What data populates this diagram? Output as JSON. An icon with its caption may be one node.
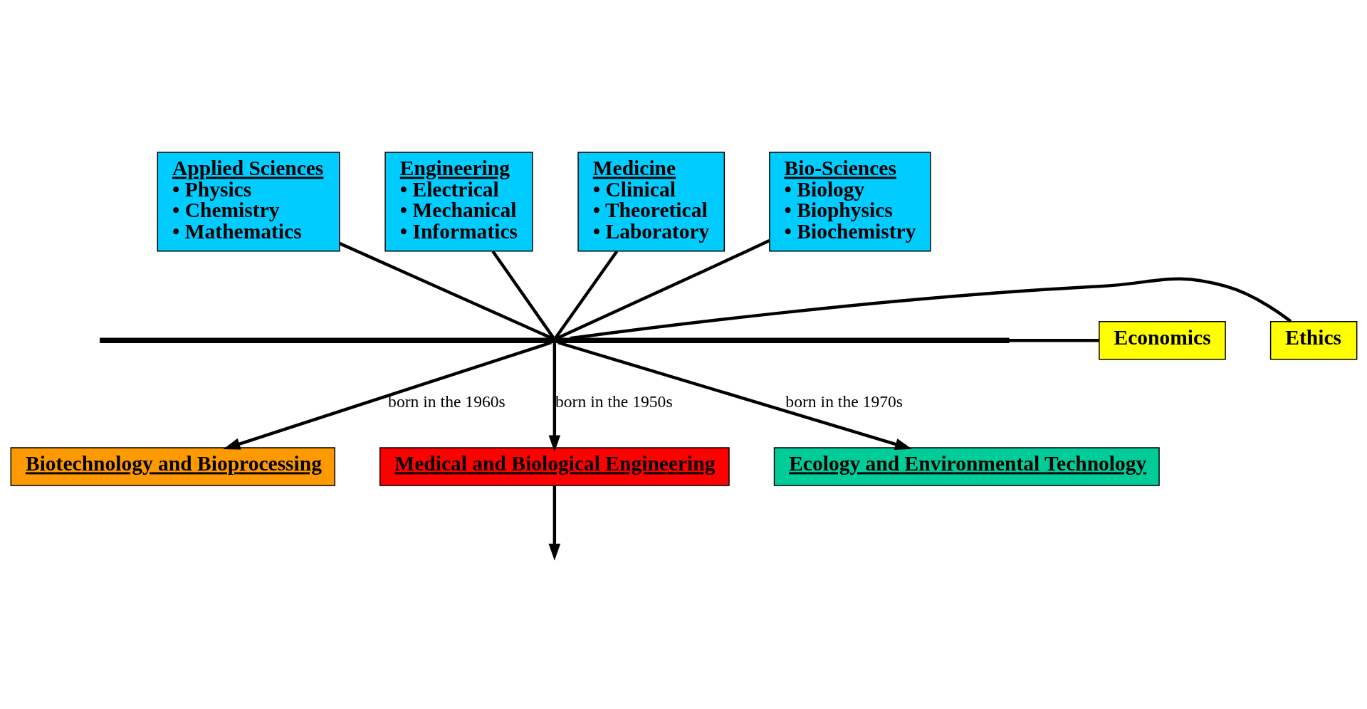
{
  "diagram": {
    "nodes": [
      {
        "text": [
          "Applied Sciences",
          "• Physics",
          "• Chemistry",
          "• Mathematics"
        ]
      },
      {
        "text": [
          "Engineering",
          "• Electrical",
          "• Mechanical",
          "• Informatics"
        ]
      },
      {
        "text": [
          "Medicine",
          "• Clinical",
          "• Theoretical",
          "• Laboratory"
        ]
      },
      {
        "text": [
          "Bio-Sciences",
          "• Biology",
          "• Biophysics",
          "• Biochemistry"
        ]
      },
      {
        "text": [
          "Economics"
        ]
      },
      {
        "text": [],
        "shape": "bar"
      },
      {
        "text": [
          "Ethics"
        ]
      },
      {
        "text": [
          "Biotechnology and Bioprocessing"
        ]
      },
      {
        "text": [
          "Medical and Biological Engineering"
        ]
      },
      {
        "text": [
          "Ecology and Environmental Technology"
        ]
      }
    ],
    "edges": [
      {
        "from": 0,
        "to": 5,
        "arrow": "none"
      },
      {
        "from": 1,
        "to": 5,
        "arrow": "none"
      },
      {
        "from": 2,
        "to": 5,
        "arrow": "none"
      },
      {
        "from": 3,
        "to": 5,
        "arrow": "none"
      },
      {
        "from": 4,
        "to": 5,
        "arrow": "none"
      },
      {
        "from": 6,
        "to": 5,
        "arrow": "none"
      },
      {
        "from": 5,
        "to": 7,
        "arrow": "to",
        "label": "born in the 1960s"
      },
      {
        "from": 5,
        "to": 8,
        "arrow": "to",
        "label": "born in the 1950s"
      },
      {
        "from": 5,
        "to": 9,
        "arrow": "to",
        "label": "born in the 1970s"
      },
      {
        "from": 8,
        "to": null,
        "arrow": "to"
      }
    ]
  }
}
